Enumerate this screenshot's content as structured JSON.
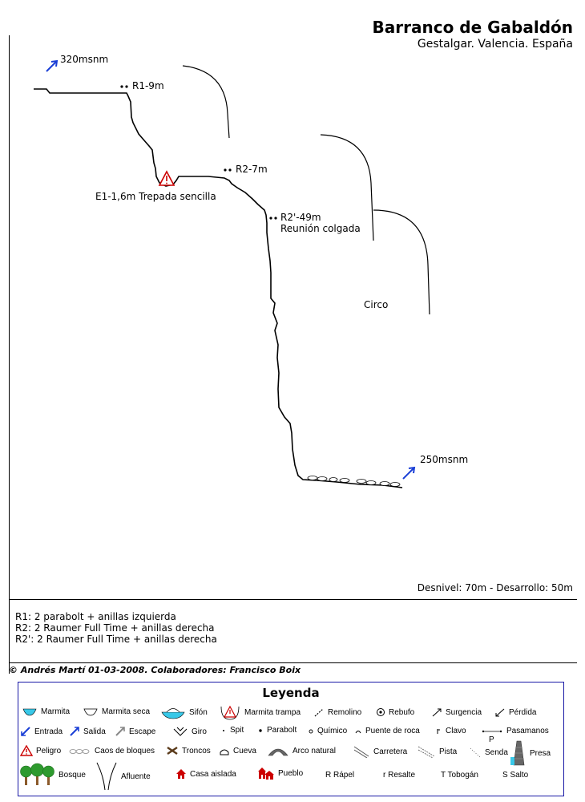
{
  "header": {
    "title": "Barranco de Gabaldón",
    "subtitle": "Gestalgar. Valencia. España"
  },
  "topo": {
    "entry_alt": "320msnm",
    "r1": "R1-9m",
    "e1": "E1-1,6m Trepada sencilla",
    "r2": "R2-7m",
    "r2b": "R2'-49m",
    "r2b_note": "Reunión colgada",
    "circo": "Circo",
    "exit_alt": "250msnm",
    "summary": "Desnivel: 70m - Desarrollo: 50m"
  },
  "notes": [
    "R1: 2 parabolt + anillas izquierda",
    "R2: 2 Raumer Full Time + anillas derecha",
    "R2': 2 Raumer Full Time + anillas derecha"
  ],
  "credit": "© Andrés Martí 01-03-2008. Colaboradores: Francisco Boix",
  "legend": {
    "title": "Leyenda",
    "items": [
      {
        "icon": "marmita-icon",
        "label": "Marmita"
      },
      {
        "icon": "marmita-seca-icon",
        "label": "Marmita seca"
      },
      {
        "icon": "sifon-icon",
        "label": "Sifón"
      },
      {
        "icon": "marmita-trampa-icon",
        "label": "Marmita trampa"
      },
      {
        "icon": "remolino-icon",
        "label": "Remolino"
      },
      {
        "icon": "rebufo-icon",
        "label": "Rebufo"
      },
      {
        "icon": "surgencia-icon",
        "label": "Surgencia"
      },
      {
        "icon": "perdida-icon",
        "label": "Pérdida"
      },
      {
        "icon": "entrada-icon",
        "label": "Entrada"
      },
      {
        "icon": "salida-icon",
        "label": "Salida"
      },
      {
        "icon": "escape-icon",
        "label": "Escape"
      },
      {
        "icon": "giro-icon",
        "label": "Giro"
      },
      {
        "icon": "spit-icon",
        "label": "Spit"
      },
      {
        "icon": "parabolt-icon",
        "label": "Parabolt"
      },
      {
        "icon": "quimico-icon",
        "label": "Químico"
      },
      {
        "icon": "puente-de-roca-icon",
        "label": "Puente de roca"
      },
      {
        "icon": "clavo-icon",
        "label": "Clavo"
      },
      {
        "icon": "pasamanos-icon",
        "label": "Pasamanos"
      },
      {
        "icon": "peligro-icon",
        "label": "Peligro"
      },
      {
        "icon": "caos-de-bloques-icon",
        "label": "Caos de bloques"
      },
      {
        "icon": "troncos-icon",
        "label": "Troncos"
      },
      {
        "icon": "cueva-icon",
        "label": "Cueva"
      },
      {
        "icon": "arco-natural-icon",
        "label": "Arco natural"
      },
      {
        "icon": "carretera-icon",
        "label": "Carretera"
      },
      {
        "icon": "pista-icon",
        "label": "Pista"
      },
      {
        "icon": "senda-icon",
        "label": "Senda"
      },
      {
        "icon": "presa-icon",
        "label": "Presa"
      },
      {
        "icon": "bosque-icon",
        "label": "Bosque"
      },
      {
        "icon": "afluente-icon",
        "label": "Afluente"
      },
      {
        "icon": "casa-aislada-icon",
        "label": "Casa aislada"
      },
      {
        "icon": "pueblo-icon",
        "label": "Pueblo"
      },
      {
        "icon": "rapel-icon",
        "label": "R Rápel"
      },
      {
        "icon": "resalte-icon",
        "label": "r Resalte"
      },
      {
        "icon": "tobogan-icon",
        "label": "T Tobogán"
      },
      {
        "icon": "salto-icon",
        "label": "S Salto"
      }
    ],
    "pasamanos_mark": "P"
  },
  "colors": {
    "arrow": "#1a3fd6",
    "danger": "#cc0000",
    "water": "#38c8e8",
    "frame": "#1a1aa6",
    "tree": "#2e9a2e"
  }
}
